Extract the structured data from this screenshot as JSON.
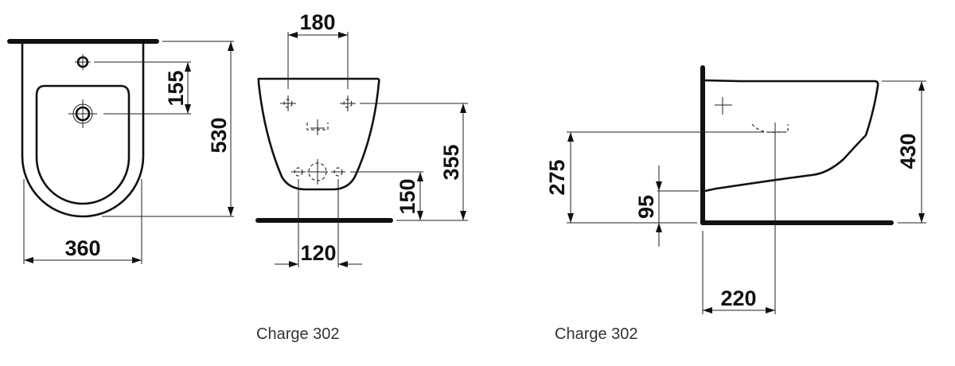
{
  "front_view": {
    "dim_width": "360",
    "dim_height": "530",
    "dim_tap_to_drain": "155"
  },
  "rear_view": {
    "dim_upper_fixing": "180",
    "dim_lower_fixing": "120",
    "dim_upper_height": "355",
    "dim_lower_height": "150",
    "caption": "Charge 302"
  },
  "side_view": {
    "dim_drain_height": "275",
    "dim_bottom_height": "95",
    "dim_total_height": "430",
    "dim_drain_offset": "220",
    "caption": "Charge 302"
  },
  "colors": {
    "line": "#111111",
    "background": "#ffffff"
  }
}
